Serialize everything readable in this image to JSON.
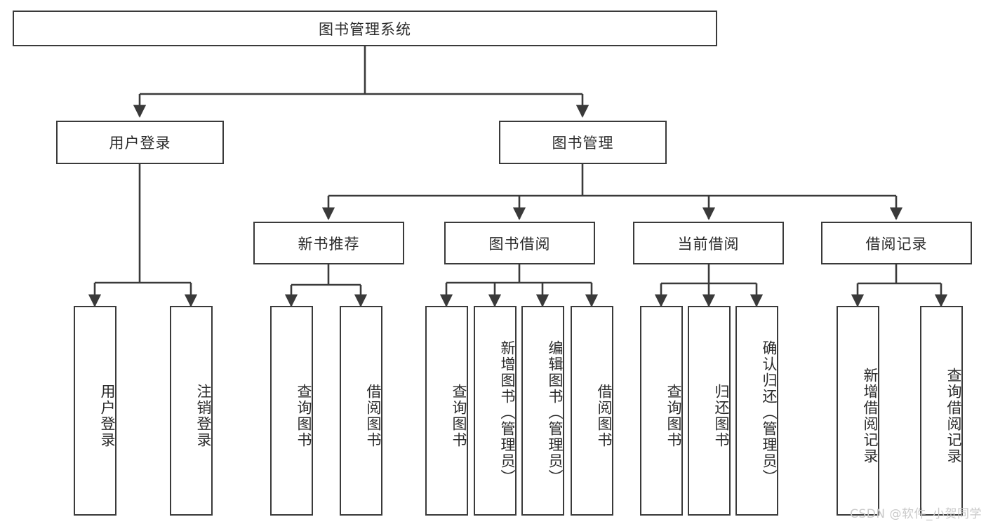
{
  "diagram": {
    "title": "图书管理系统",
    "type": "hierarchy-tree",
    "watermark": "CSDN @软件_小贺同学",
    "colors": {
      "background": "#ffffff",
      "stroke": "#3a3a3a",
      "text": "#2b2b2b",
      "watermark": "#c9c9c9"
    },
    "root": {
      "label": "图书管理系统"
    },
    "level2": [
      {
        "label": "用户登录"
      },
      {
        "label": "图书管理"
      }
    ],
    "level3": [
      {
        "label": "新书推荐"
      },
      {
        "label": "图书借阅"
      },
      {
        "label": "当前借阅"
      },
      {
        "label": "借阅记录"
      }
    ],
    "leaves": {
      "user_login": [
        {
          "label": "用户登录"
        },
        {
          "label": "注销登录"
        }
      ],
      "new_book_recommend": [
        {
          "label": "查询图书"
        },
        {
          "label": "借阅图书"
        }
      ],
      "book_borrow": [
        {
          "label": "查询图书"
        },
        {
          "label": "新增图书（管理员）"
        },
        {
          "label": "编辑图书（管理员）"
        },
        {
          "label": "借阅图书"
        }
      ],
      "current_borrow": [
        {
          "label": "查询图书"
        },
        {
          "label": "归还图书"
        },
        {
          "label": "确认归还（管理员）"
        }
      ],
      "borrow_record": [
        {
          "label": "新增借阅记录"
        },
        {
          "label": "查询借阅记录"
        }
      ]
    }
  }
}
